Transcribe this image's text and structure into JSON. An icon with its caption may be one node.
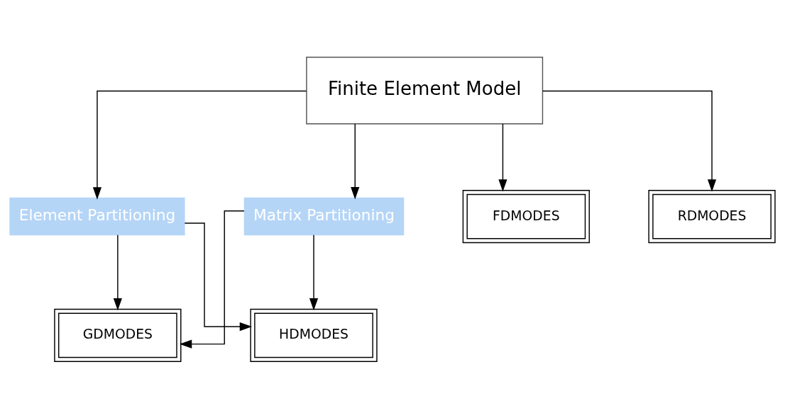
{
  "diagram": {
    "nodes": [
      {
        "text": [
          "Finite Element Model"
        ]
      },
      {
        "text": [
          "Element Partitioning"
        ]
      },
      {
        "text": [
          "Matrix Partitioning"
        ]
      },
      {
        "text": [
          "GDMODES"
        ]
      },
      {
        "text": [
          "HDMODES"
        ]
      },
      {
        "text": [
          "FDMODES"
        ]
      },
      {
        "text": [
          "RDMODES"
        ]
      }
    ],
    "edges": [
      {
        "from": 0,
        "to": 1,
        "arrow": "to"
      },
      {
        "from": 0,
        "to": 2,
        "arrow": "to"
      },
      {
        "from": 0,
        "to": 5,
        "arrow": "to"
      },
      {
        "from": 0,
        "to": 6,
        "arrow": "to"
      },
      {
        "from": 1,
        "to": 3,
        "arrow": "to"
      },
      {
        "from": 1,
        "to": 4,
        "arrow": "to"
      },
      {
        "from": 2,
        "to": 3,
        "arrow": "to"
      },
      {
        "from": 2,
        "to": 4,
        "arrow": "to"
      }
    ]
  }
}
